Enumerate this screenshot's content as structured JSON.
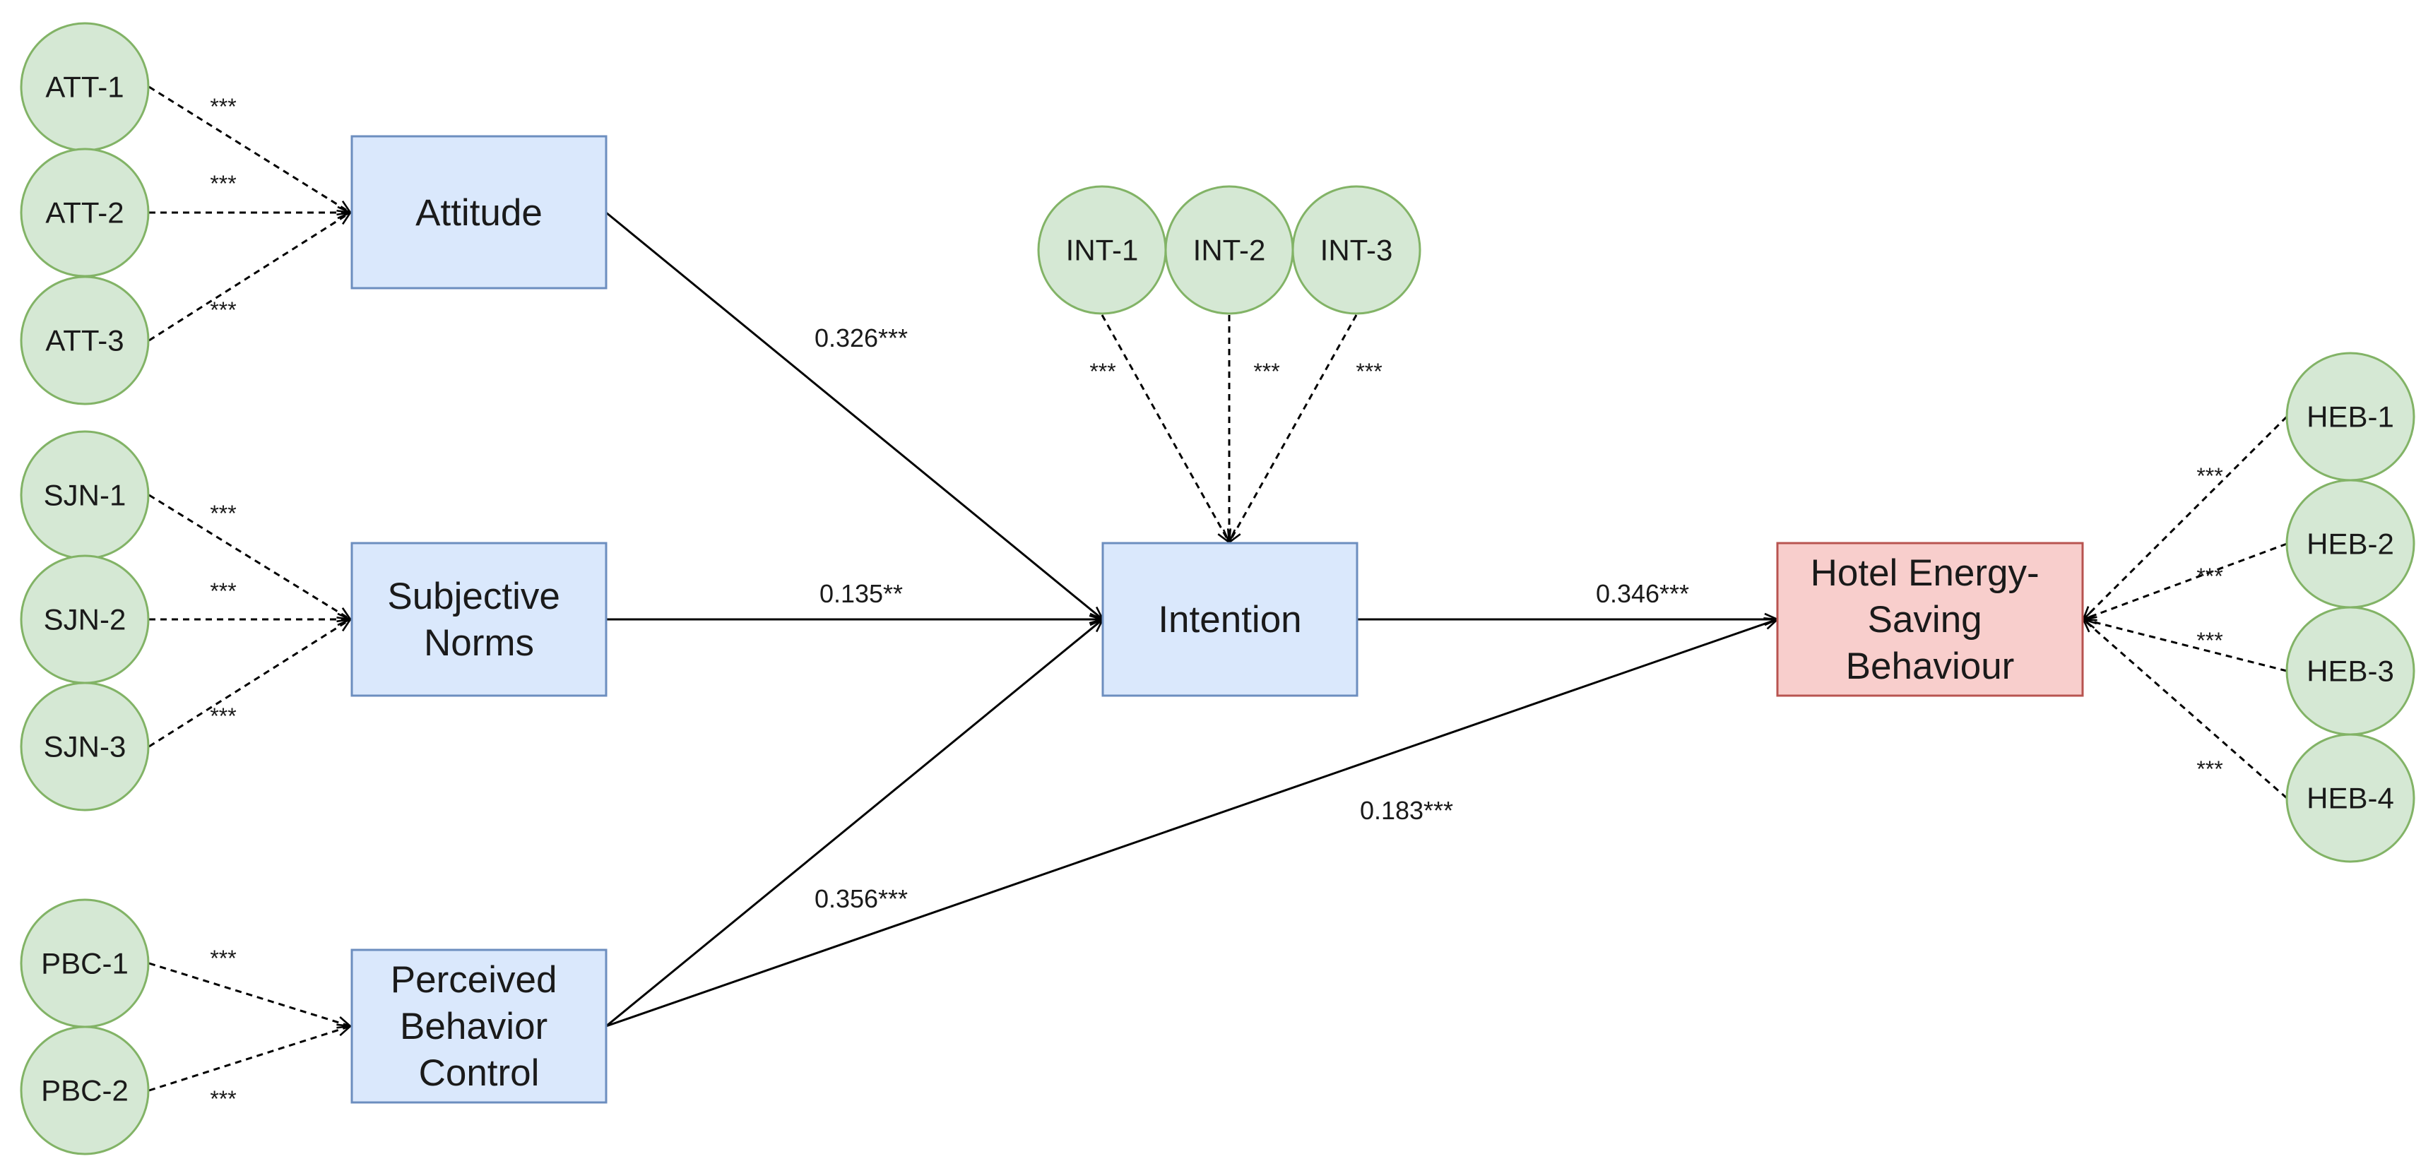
{
  "constructs": {
    "attitude": [
      "Attitude"
    ],
    "subjective_norms": [
      "Subjective",
      "Norms"
    ],
    "perceived_behavior_control": [
      "Perceived",
      "Behavior",
      "Control"
    ],
    "intention": [
      "Intention"
    ],
    "hotel_energy_saving_behaviour": [
      "Hotel Energy-",
      "Saving",
      "Behaviour"
    ]
  },
  "indicators": {
    "att_1": "ATT-1",
    "att_2": "ATT-2",
    "att_3": "ATT-3",
    "sjn_1": "SJN-1",
    "sjn_2": "SJN-2",
    "sjn_3": "SJN-3",
    "pbc_1": "PBC-1",
    "pbc_2": "PBC-2",
    "int_1": "INT-1",
    "int_2": "INT-2",
    "int_3": "INT-3",
    "heb_1": "HEB-1",
    "heb_2": "HEB-2",
    "heb_3": "HEB-3",
    "heb_4": "HEB-4"
  },
  "loadings": {
    "att_1": "***",
    "att_2": "***",
    "att_3": "***",
    "sjn_1": "***",
    "sjn_2": "***",
    "sjn_3": "***",
    "pbc_1": "***",
    "pbc_2": "***",
    "int_1": "***",
    "int_2": "***",
    "int_3": "***",
    "heb_1": "***",
    "heb_2": "***",
    "heb_3": "***",
    "heb_4": "***"
  },
  "paths": {
    "attitude_to_intention": "0.326***",
    "subjective_norms_to_intention": "0.135**",
    "perceived_behavior_control_to_intention": "0.356***",
    "perceived_behavior_control_to_behaviour": "0.183***",
    "intention_to_behaviour": "0.346***"
  },
  "colors": {
    "indicator_fill": "#d5e8d4",
    "indicator_stroke": "#82b366",
    "construct_fill": "#dae8fc",
    "construct_stroke": "#6c8ebf",
    "outcome_fill": "#f8cecc",
    "outcome_stroke": "#b85450"
  }
}
